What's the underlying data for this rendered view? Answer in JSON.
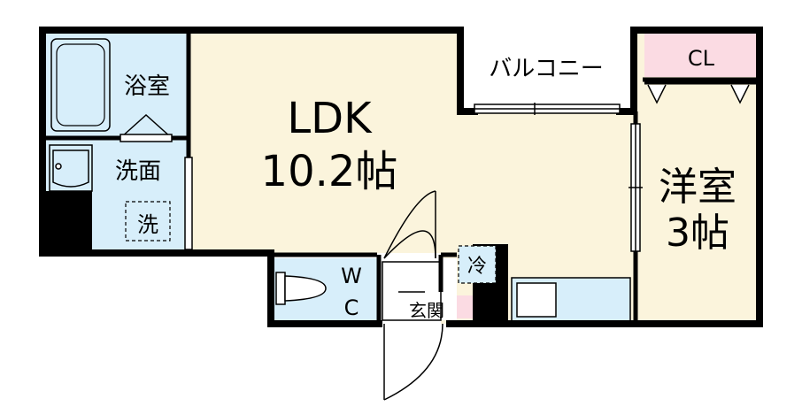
{
  "rooms": {
    "bath": {
      "label": "浴室"
    },
    "washroom": {
      "label": "洗面"
    },
    "washer": {
      "label": "洗"
    },
    "ldk": {
      "name": "LDK",
      "size": "10.2帖"
    },
    "balcony": {
      "label": "バルコニー"
    },
    "closet": {
      "label": "CL"
    },
    "western": {
      "name": "洋室",
      "size": "3帖"
    },
    "wc": {
      "w": "W",
      "c": "C"
    },
    "fridge": {
      "label": "冷"
    },
    "entrance": {
      "label": "玄関"
    }
  },
  "colors": {
    "wall": "#000000",
    "ldk": "#fbf4dc",
    "wet": "#d7eefa",
    "closet": "#fbdbe3",
    "balcony": "#ffffff"
  }
}
